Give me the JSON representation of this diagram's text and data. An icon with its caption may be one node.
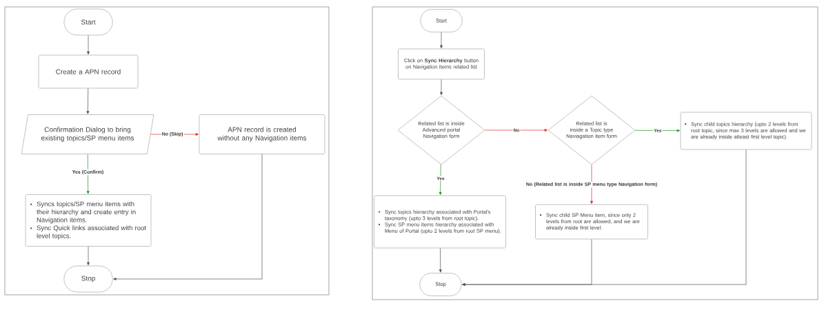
{
  "diagram": {
    "nodes": [
      {
        "text": [
          "Start"
        ]
      },
      {
        "text": [
          "Create a APN record"
        ]
      },
      {
        "text": [
          "Confirmation Dialog to bring existing topics/SP menu items"
        ]
      },
      {
        "text": [
          "APN record is created without any Navigation items"
        ]
      },
      {
        "text": [
          "Syncs topics/SP menu items with their hierarchy and create entry in Navigation items.",
          "Sync Quick links associated with root level topics."
        ]
      },
      {
        "text": [
          "Stop"
        ]
      },
      {
        "text": [
          "Start"
        ]
      },
      {
        "text": [
          "Click on **Sync Hierarchy** button on Navigation items related list"
        ]
      },
      {
        "text": [
          "Related list is inside Advanced portal Navigation form"
        ]
      },
      {
        "text": [
          "Related list is inside a Topic type Naviagation item form"
        ]
      },
      {
        "text": [
          "Sync child topics hierarchy (upto 2 levels from root topic, since max 3 levels are allowed and we are already inside atleast first level topic)."
        ]
      },
      {
        "text": [
          "Sync topics hierarchy associated with Portal's taxonomy (upto 3 levels from root topic).",
          "Sync SP menu items hierarchy associated with Menu of Portal (upto 2 levels from root SP menu)."
        ]
      },
      {
        "text": [
          "Sync child SP Menu item, since only 2 levels from root are allowed, and we are already inside first level."
        ]
      },
      {
        "text": [
          "Stop"
        ]
      }
    ],
    "edges": [
      {
        "from": 0,
        "to": 1,
        "arrow": "to"
      },
      {
        "from": 1,
        "to": 2,
        "arrow": "to"
      },
      {
        "from": 2,
        "to": 3,
        "arrow": "to",
        "label": "No (Skip)",
        "color": "#e8242a"
      },
      {
        "from": 2,
        "to": 4,
        "arrow": "to",
        "label": "Yes (Confirm)",
        "color": "#1a9a1a"
      },
      {
        "from": 4,
        "to": 5,
        "arrow": "to"
      },
      {
        "from": 3,
        "to": 5,
        "arrow": "to"
      },
      {
        "from": 6,
        "to": 7,
        "arrow": "to"
      },
      {
        "from": 7,
        "to": 8,
        "arrow": "to"
      },
      {
        "from": 8,
        "to": 9,
        "arrow": "to",
        "label": "No",
        "color": "#e8242a"
      },
      {
        "from": 8,
        "to": 11,
        "arrow": "to",
        "label": "Yes",
        "color": "#1a9a1a"
      },
      {
        "from": 9,
        "to": 10,
        "arrow": "to",
        "label": "Yes",
        "color": "#1a9a1a"
      },
      {
        "from": 9,
        "to": 12,
        "arrow": "to",
        "label": "No (Related list is inside SP menu type Navigation form)",
        "color": "#e8242a"
      },
      {
        "from": 11,
        "to": 13,
        "arrow": "to"
      },
      {
        "from": 12,
        "to": 13,
        "arrow": "to"
      },
      {
        "from": 10,
        "to": 13,
        "arrow": "to"
      }
    ]
  }
}
